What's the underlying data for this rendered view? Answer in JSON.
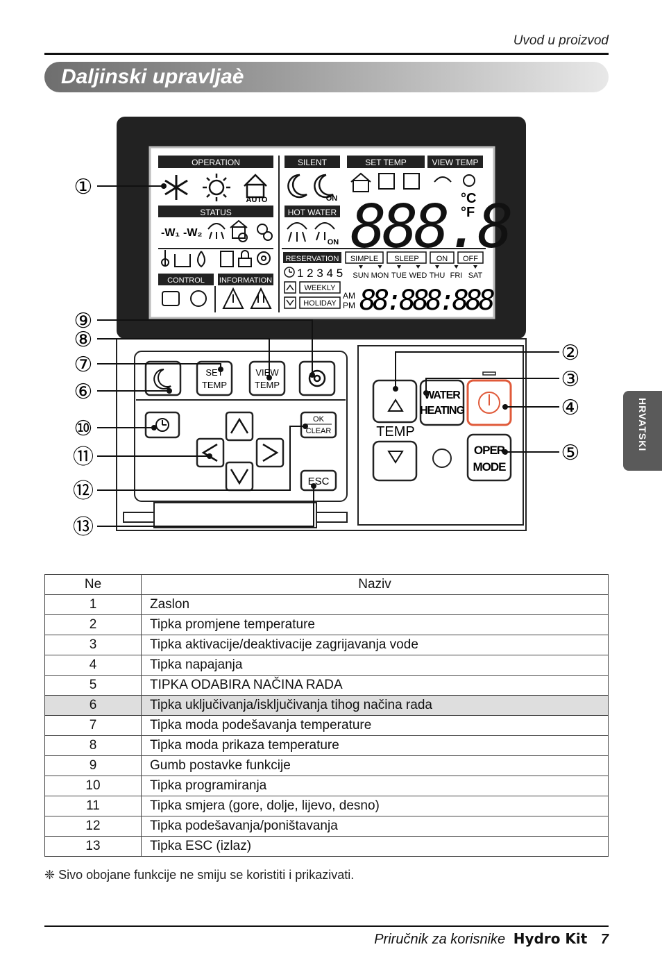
{
  "header": {
    "section": "Uvod u proizvod"
  },
  "title": "Daljinski upravljaè",
  "side_tab": "HRVATSKI",
  "callouts": [
    "①",
    "②",
    "③",
    "④",
    "⑤",
    "⑥",
    "⑦",
    "⑧",
    "⑨",
    "⑩",
    "⑪",
    "⑫",
    "⑬"
  ],
  "lcd": {
    "operation": "OPERATION",
    "auto": "AUTO",
    "status": "STATUS",
    "control": "CONTROL",
    "information": "INFORMATION",
    "silent": "SILENT",
    "on": "ON",
    "hot_water": "HOT WATER",
    "on2": "ON",
    "set_temp": "SET TEMP",
    "view_temp": "VIEW TEMP",
    "big_digits": "888.8",
    "celsius": "°C",
    "fahrenheit": "°F",
    "reservation": "RESERVATION",
    "simple": "SIMPLE",
    "sleep": "SLEEP",
    "on_btn": "ON",
    "off": "OFF",
    "numbers": "1 2 3 4 5",
    "days": [
      "SUN",
      "MON",
      "TUE",
      "WED",
      "THU",
      "FRI",
      "SAT"
    ],
    "weekly": "WEEKLY",
    "holiday": "HOLIDAY",
    "am": "AM",
    "pm": "PM",
    "clock_digits": "88:888:888"
  },
  "buttons": {
    "set_temp": [
      "SET",
      "TEMP"
    ],
    "view_temp": [
      "VIEW",
      "TEMP"
    ],
    "ok": "OK",
    "clear": "CLEAR",
    "esc": "ESC",
    "temp": "TEMP",
    "water_heating": [
      "WATER",
      "HEATING"
    ],
    "oper_mode": [
      "OPER",
      "MODE"
    ]
  },
  "table": {
    "headers": [
      "Ne",
      "Naziv"
    ],
    "rows": [
      [
        "1",
        "Zaslon"
      ],
      [
        "2",
        "Tipka promjene temperature"
      ],
      [
        "3",
        "Tipka aktivacije/deaktivacije zagrijavanja vode"
      ],
      [
        "4",
        "Tipka napajanja"
      ],
      [
        "5",
        "TIPKA ODABIRA NAČINA RADA"
      ],
      [
        "6",
        "Tipka uključivanja/isključivanja tihog načina rada"
      ],
      [
        "7",
        "Tipka moda podešavanja temperature"
      ],
      [
        "8",
        "Tipka moda prikaza temperature"
      ],
      [
        "9",
        "Gumb postavke funkcije"
      ],
      [
        "10",
        "Tipka programiranja"
      ],
      [
        "11",
        "Tipka smjera (gore, dolje, lijevo, desno)"
      ],
      [
        "12",
        "Tipka podešavanja/poništavanja"
      ],
      [
        "13",
        "Tipka ESC (izlaz)"
      ]
    ],
    "highlight_row": "6"
  },
  "note": "❈ Sivo obojane funkcije ne smiju se koristiti i prikazivati.",
  "footer": {
    "manual": "Priručnik za korisnike",
    "brand": "Hydro Kit",
    "page": "7"
  },
  "colors": {
    "title_bar_dark": "#6e6e6e",
    "power_button": "#e05a3a",
    "highlight_row": "#dedede"
  }
}
